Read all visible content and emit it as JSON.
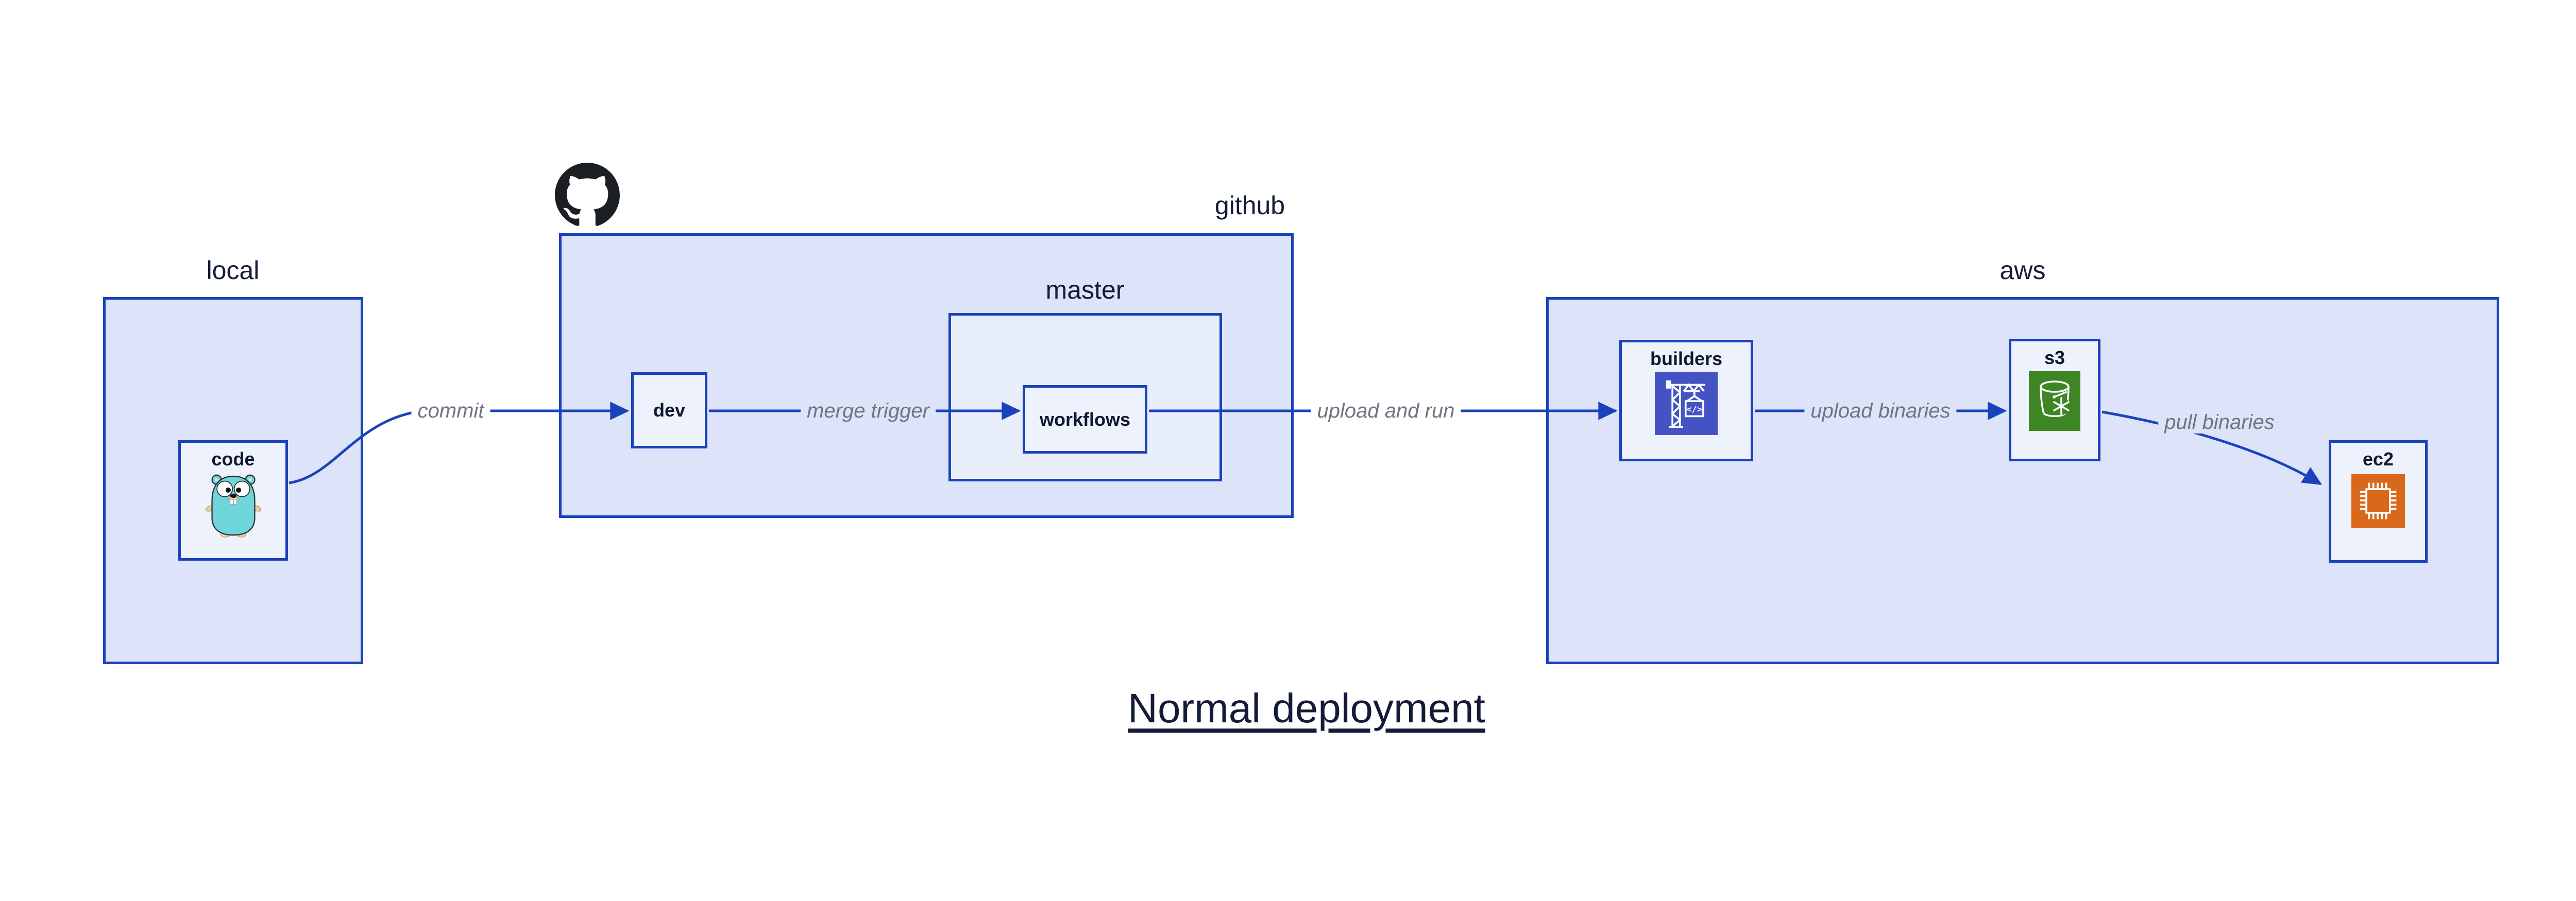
{
  "diagram": {
    "title": "Normal deployment",
    "containers": {
      "local": {
        "label": "local"
      },
      "github": {
        "label": "github"
      },
      "master": {
        "label": "master"
      },
      "aws": {
        "label": "aws"
      }
    },
    "nodes": {
      "code": {
        "label": "code",
        "icon": "go-gopher-icon"
      },
      "dev": {
        "label": "dev"
      },
      "workflows": {
        "label": "workflows"
      },
      "builders": {
        "label": "builders",
        "icon": "codebuild-crane-icon"
      },
      "s3": {
        "label": "s3",
        "icon": "s3-glacier-bucket-icon"
      },
      "ec2": {
        "label": "ec2",
        "icon": "ec2-chip-icon"
      }
    },
    "edges": [
      {
        "id": "commit",
        "label": "commit",
        "from": "code",
        "to": "dev"
      },
      {
        "id": "merge-trigger",
        "label": "merge trigger",
        "from": "dev",
        "to": "workflows"
      },
      {
        "id": "upload-and-run",
        "label": "upload and run",
        "from": "workflows",
        "to": "builders"
      },
      {
        "id": "upload-binaries",
        "label": "upload binaries",
        "from": "builders",
        "to": "s3"
      },
      {
        "id": "pull-binaries",
        "label": "pull binaries",
        "from": "s3",
        "to": "ec2"
      }
    ],
    "icons": {
      "github_logo": "github-octocat-logo",
      "codebuild_glyph": "</>"
    },
    "colors": {
      "line_blue": "#1a42bb",
      "container_fill": "#dde3f8",
      "subcontainer_fill": "#e9eefb",
      "node_fill": "#eef2fc",
      "text_navy": "#131b38",
      "edge_label_gray": "#6e7480",
      "codebuild_indigo": "#4453c4",
      "s3_green": "#3e8624",
      "ec2_orange": "#d9681a",
      "github_black": "#1b1f23",
      "gopher_teal": "#6fd5dd"
    }
  }
}
